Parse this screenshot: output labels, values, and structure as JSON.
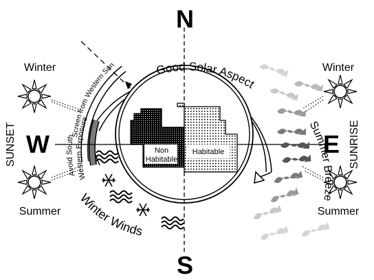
{
  "compass": {
    "north": "N",
    "south": "S",
    "west": "W",
    "east": "E"
  },
  "labels": {
    "sunset": "SUNSET",
    "sunrise": "SUNRISE",
    "winter_left": "Winter",
    "summer_left": "Summer",
    "winter_right": "Winter",
    "summer_right": "Summer",
    "screen_western_sun": "Screen from Western Sun",
    "avoid_south_western_exposure_1": "Avoid South",
    "avoid_south_western_exposure_2": "Western Exposure",
    "good_solar_aspect": "Good Solar Aspect",
    "summer_breeze": "Summer Breeze",
    "winter_winds": "Winter Winds",
    "non_habitable_1": "Non",
    "non_habitable_2": "Habitable",
    "habitable": "Habitable"
  },
  "colors": {
    "line": "#000000",
    "breeze_light": "#d4d4d4",
    "breeze_mid": "#9a9a9a",
    "breeze_dark": "#555555",
    "dark_arc": "#7a7a7a"
  }
}
